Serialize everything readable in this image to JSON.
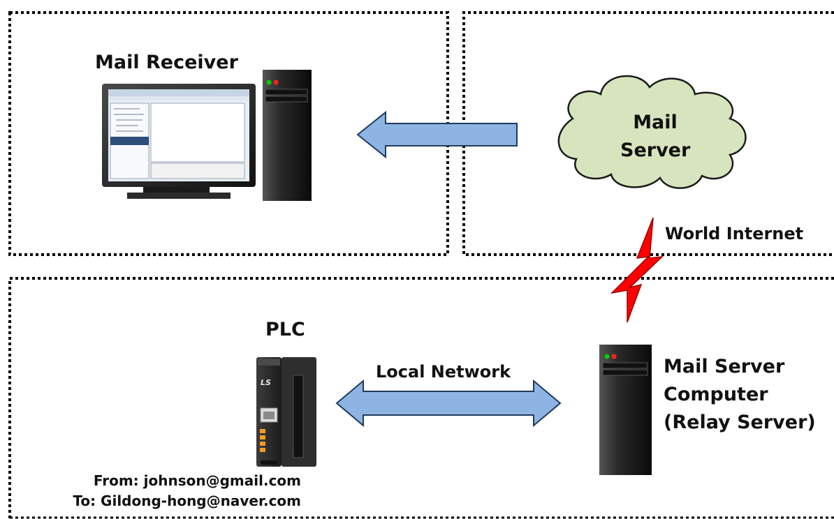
{
  "mail_receiver": {
    "label": "Mail Receiver"
  },
  "mail_server": {
    "line1": "Mail",
    "line2": "Server"
  },
  "world_internet": {
    "label": "World Internet"
  },
  "plc": {
    "label": "PLC",
    "brand": "LS"
  },
  "local_network": {
    "label": "Local Network"
  },
  "relay_server": {
    "line1": "Mail Server",
    "line2": "Computer",
    "line3": "(Relay Server)"
  },
  "email": {
    "from": "From: johnson@gmail.com",
    "to": "To: Gildong-hong@naver.com"
  },
  "colors": {
    "arrow_fill": "#8eb4e3",
    "arrow_stroke": "#1f3a5c",
    "cloud_fill": "#d7e4bd",
    "lightning": "#ff0000",
    "border": "#000000"
  }
}
